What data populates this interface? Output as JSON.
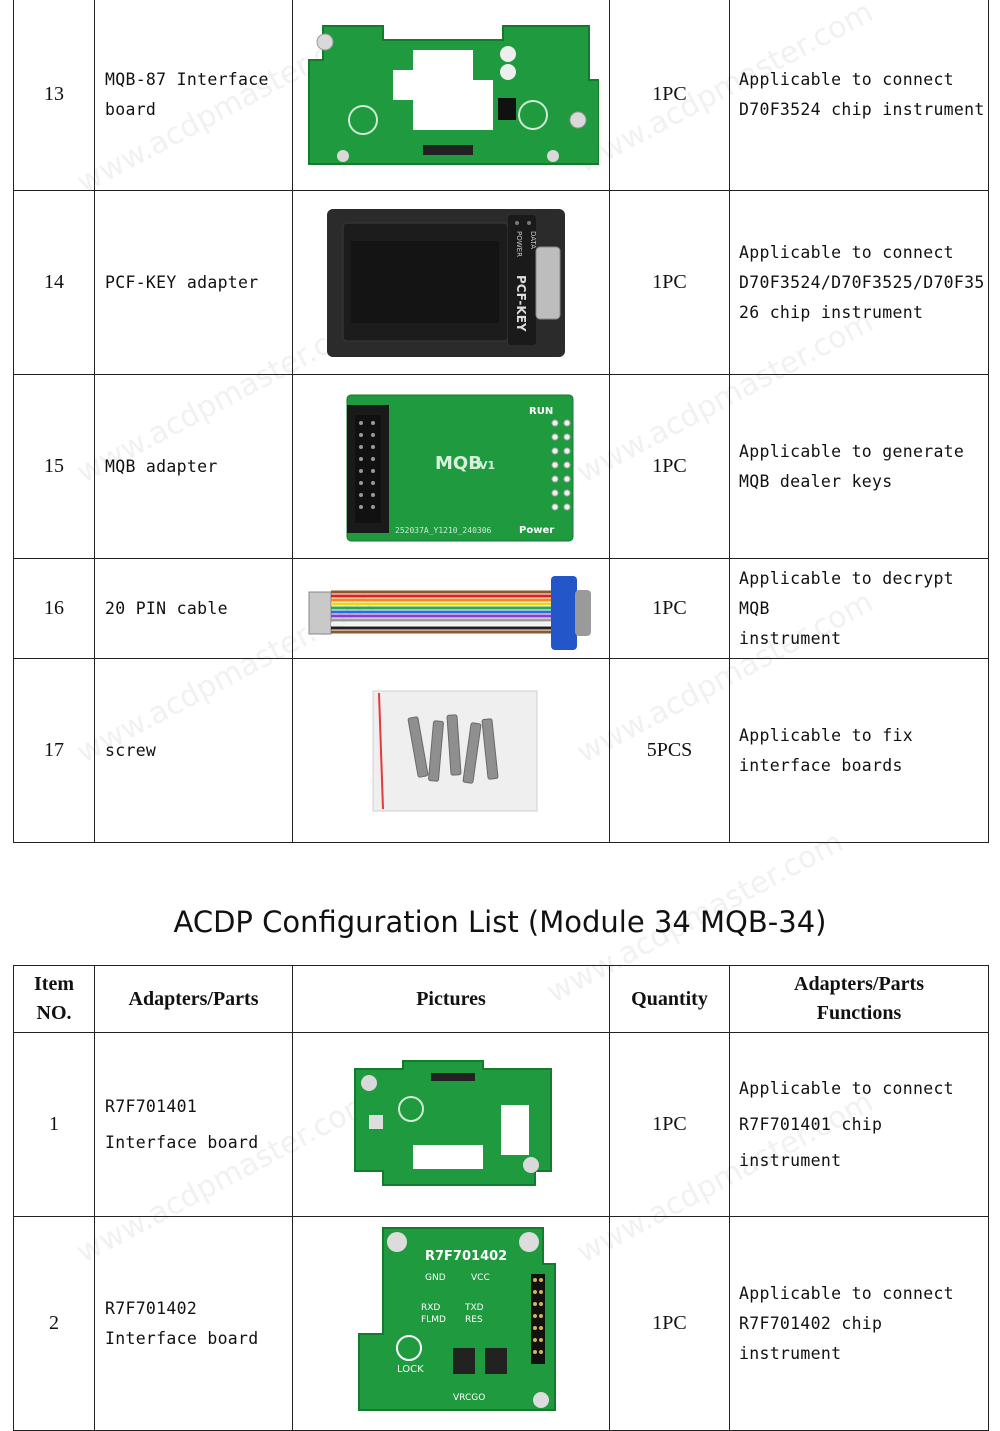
{
  "watermark": "www.acdpmaster.com",
  "table1": {
    "rows": [
      {
        "no": "13",
        "name_lines": [
          "MQB-87 Interface",
          "board"
        ],
        "qty": "1PC",
        "func_lines": [
          "Applicable to connect",
          "D70F3524 chip instrument"
        ],
        "picture": "mqb87-interface-board"
      },
      {
        "no": "14",
        "name_lines": [
          "PCF-KEY adapter"
        ],
        "qty": "1PC",
        "func_lines": [
          "Applicable to connect",
          "D70F3524/D70F3525/D70F35",
          "26 chip instrument"
        ],
        "picture": "pcf-key-adapter",
        "device_labels": {
          "data": "DATA",
          "power": "POWER",
          "brand": "PCF-KEY"
        }
      },
      {
        "no": "15",
        "name_lines": [
          "MQB adapter"
        ],
        "qty": "1PC",
        "func_lines": [
          "Applicable to generate",
          "MQB dealer keys"
        ],
        "picture": "mqb-adapter",
        "board_labels": {
          "title": "MQB",
          "version": "V1",
          "run": "RUN",
          "power": "Power",
          "serial": "252037A_Y1210_240306"
        }
      },
      {
        "no": "16",
        "name_lines": [
          "20 PIN cable"
        ],
        "qty": "1PC",
        "func_lines": [
          "Applicable to decrypt MQB",
          "instrument"
        ],
        "picture": "20-pin-cable"
      },
      {
        "no": "17",
        "name_lines": [
          "screw"
        ],
        "qty": "5PCS",
        "func_lines": [
          "Applicable to fix",
          "interface boards"
        ],
        "picture": "screw-bag"
      }
    ]
  },
  "title": "ACDP Configuration List (Module 34 MQB-34)",
  "table2": {
    "headers": {
      "item_no": [
        "Item",
        "NO."
      ],
      "parts": "Adapters/Parts",
      "pictures": "Pictures",
      "quantity": "Quantity",
      "functions": [
        "Adapters/Parts",
        "Functions"
      ]
    },
    "rows": [
      {
        "no": "1",
        "name_lines": [
          "R7F701401",
          "Interface board"
        ],
        "qty": "1PC",
        "func_lines": [
          "Applicable to connect",
          "R7F701401 chip instrument"
        ],
        "picture": "r7f701401-interface-board"
      },
      {
        "no": "2",
        "name_lines": [
          "R7F701402",
          "Interface board"
        ],
        "qty": "1PC",
        "func_lines": [
          "Applicable to connect",
          "R7F701402 chip instrument"
        ],
        "picture": "r7f701402-interface-board",
        "board_labels": {
          "title": "R7F701402",
          "gnd": "GND",
          "vcc": "VCC",
          "rxd": "RXD",
          "txd": "TXD",
          "flmd": "FLMD",
          "res": "RES",
          "lock": "LOCK",
          "vrcgo": "VRCGO"
        }
      }
    ]
  },
  "colors": {
    "pcb_green": "#1f9a3f",
    "pcb_dark": "#137a2e",
    "adapter_black": "#2b2b2b",
    "border": "#222222"
  }
}
